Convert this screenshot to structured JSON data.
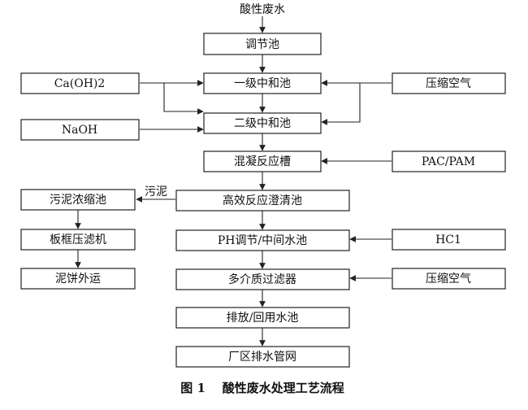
{
  "diagram": {
    "input": "酸性废水",
    "main": {
      "adjust": "调节池",
      "neutral1": "一级中和池",
      "neutral2": "二级中和池",
      "coag": "混凝反应槽",
      "clarify": "高效反应澄清池",
      "ph": "PH调节/中间水池",
      "filter": "多介质过滤器",
      "discharge": "排放/回用水池",
      "plant": "厂区排水管网"
    },
    "left": {
      "caoh": "Ca(OH)2",
      "naoh": "NaOH",
      "thicken": "污泥浓缩池",
      "press": "板框压滤机",
      "cake": "泥饼外运"
    },
    "right": {
      "air1": "压缩空气",
      "pac": "PAC/PAM",
      "hcl": "HC1",
      "air2": "压缩空气"
    },
    "edge_label_sludge": "污泥",
    "caption": "图 1    酸性废水处理工艺流程"
  }
}
